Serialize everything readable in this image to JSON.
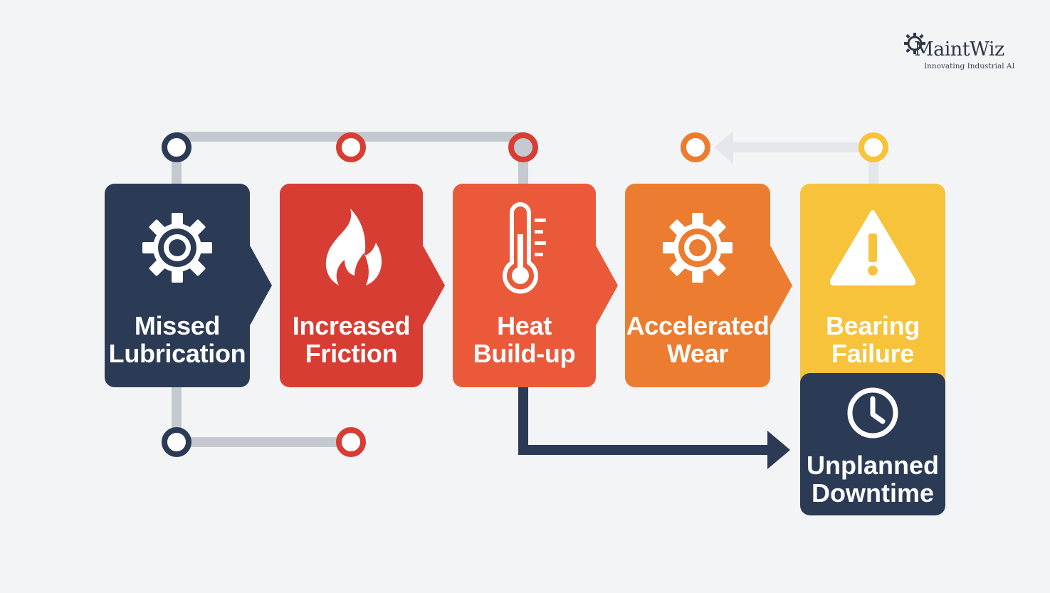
{
  "brand": {
    "name": "MaintWiz",
    "tagline": "Innovating Industrial AI"
  },
  "steps": [
    {
      "label": "Missed\nLubrication",
      "icon": "gear-icon",
      "color": "#2b3a55"
    },
    {
      "label": "Increased\nFriction",
      "icon": "flame-icon",
      "color": "#d83d33"
    },
    {
      "label": "Heat\nBuild-up",
      "icon": "thermometer-icon",
      "color": "#ea5a3a"
    },
    {
      "label": "Accelerated\nWear",
      "icon": "gear-icon",
      "color": "#ec7c2f"
    },
    {
      "label": "Bearing\nFailure",
      "icon": "warning-icon",
      "color": "#f6c33b"
    }
  ],
  "outcome": {
    "label": "Unplanned\nDowntime",
    "icon": "clock-icon",
    "color": "#2b3a55"
  },
  "connector_colors": {
    "line": "#c4c9d0",
    "navy": "#2b3a55",
    "red": "#d83d33",
    "orange": "#ec7c2f",
    "yellow": "#f6c33b"
  }
}
